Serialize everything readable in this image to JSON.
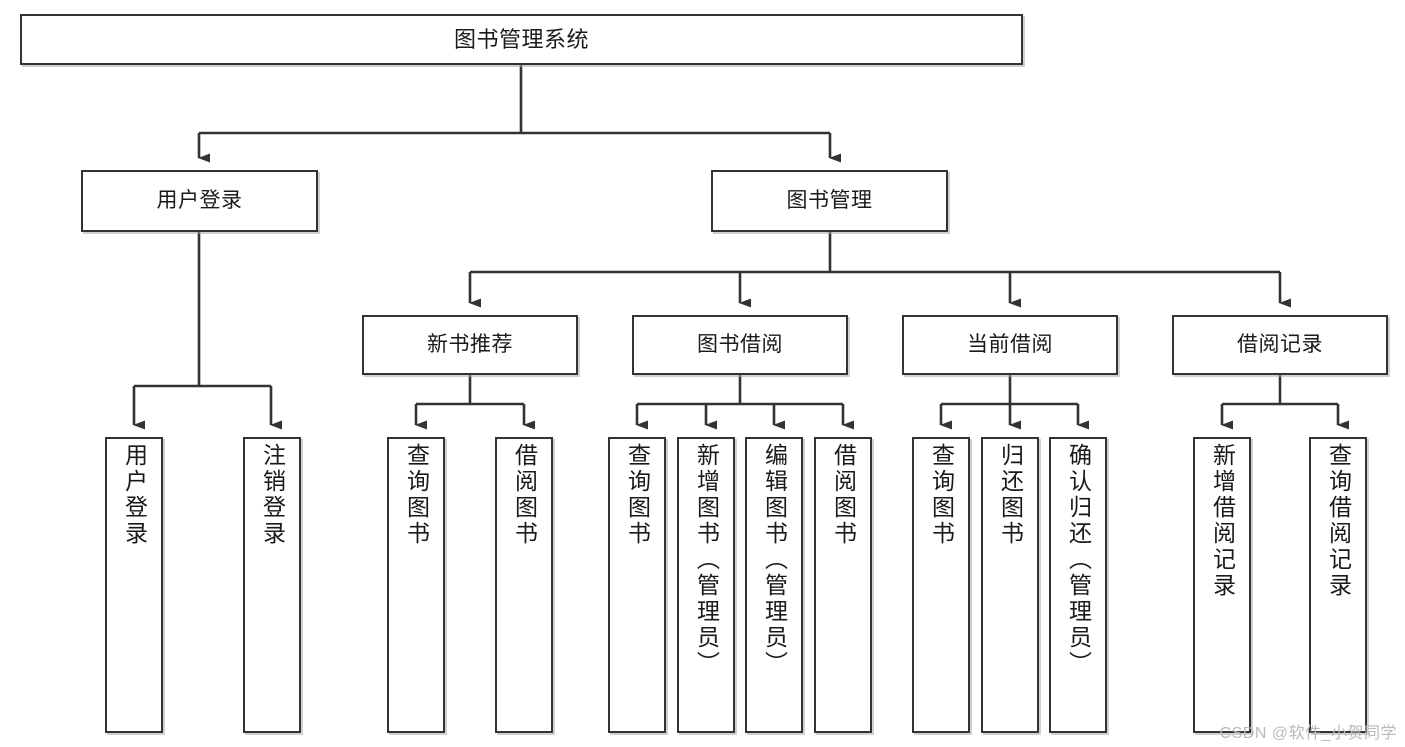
{
  "diagram": {
    "title": "图书管理系统",
    "type": "tree-hierarchy",
    "watermark": "CSDN @软件_小贺同学",
    "colors": {
      "box_border": "#333333",
      "box_fill": "#ffffff",
      "connector": "#333333",
      "text": "#1a1a1a",
      "watermark": "#b9b9b9"
    },
    "nodes": {
      "root": {
        "label": "图书管理系统"
      },
      "level2": [
        {
          "id": "user-login",
          "label": "用户登录"
        },
        {
          "id": "book-manage",
          "label": "图书管理"
        }
      ],
      "level3": [
        {
          "id": "new-book-recommend",
          "label": "新书推荐"
        },
        {
          "id": "book-borrow",
          "label": "图书借阅"
        },
        {
          "id": "current-borrow",
          "label": "当前借阅"
        },
        {
          "id": "borrow-record",
          "label": "借阅记录"
        }
      ],
      "leaves": {
        "user_login": [
          {
            "id": "leaf-user-login",
            "label": "用户登录"
          },
          {
            "id": "leaf-logout-login",
            "label": "注销登录"
          }
        ],
        "new_book_recommend": [
          {
            "id": "leaf-query-book-1",
            "label": "查询图书"
          },
          {
            "id": "leaf-borrow-book-1",
            "label": "借阅图书"
          }
        ],
        "book_borrow": [
          {
            "id": "leaf-query-book-2",
            "label": "查询图书"
          },
          {
            "id": "leaf-add-book",
            "label": "新增图书（管理员）"
          },
          {
            "id": "leaf-edit-book",
            "label": "编辑图书（管理员）"
          },
          {
            "id": "leaf-borrow-book-2",
            "label": "借阅图书"
          }
        ],
        "current_borrow": [
          {
            "id": "leaf-query-book-3",
            "label": "查询图书"
          },
          {
            "id": "leaf-return-book",
            "label": "归还图书"
          },
          {
            "id": "leaf-confirm-return",
            "label": "确认归还（管理员）"
          }
        ],
        "borrow_record": [
          {
            "id": "leaf-add-borrow-record",
            "label": "新增借阅记录"
          },
          {
            "id": "leaf-query-borrow-record",
            "label": "查询借阅记录"
          }
        ]
      }
    }
  }
}
